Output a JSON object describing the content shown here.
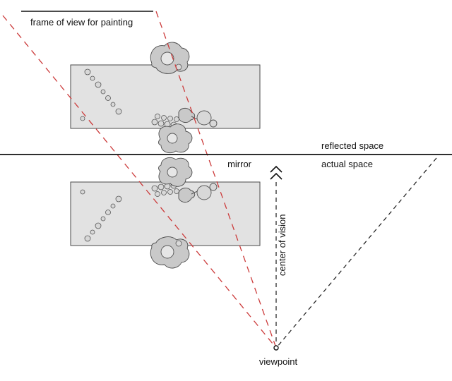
{
  "figure": {
    "labels": {
      "frame_of_view": "frame of view for painting",
      "reflected_space": "reflected space",
      "mirror": "mirror",
      "actual_space": "actual space",
      "center_of_vision": "center of vision",
      "viewpoint": "viewpoint"
    },
    "colors": {
      "sightline_red": "#cc3b3b",
      "diagram_line": "#1a1a1a",
      "table_fill": "#e2e2e2",
      "figure_fill": "#c9c9c9",
      "background": "#ffffff"
    }
  }
}
